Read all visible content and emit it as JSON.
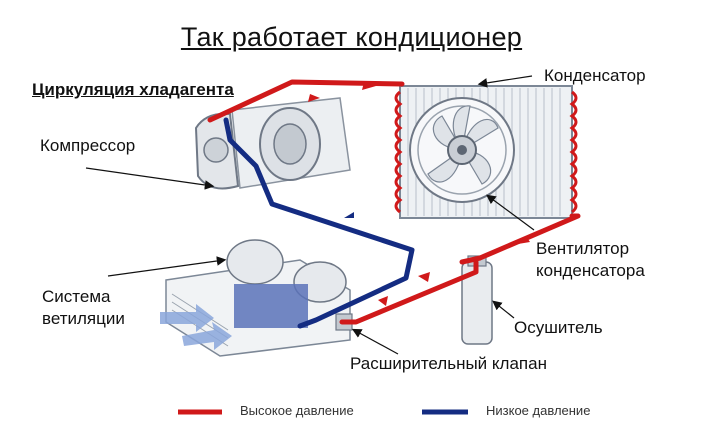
{
  "title": "Так работает кондиционер",
  "subtitle": "Циркуляция хладагента",
  "labels": {
    "compressor": "Компрессор",
    "condenser": "Конденсатор",
    "fan_line1": "Вентилятор",
    "fan_line2": "конденсатора",
    "ventilation_line1": "Система",
    "ventilation_line2": "ветиляции",
    "dryer": "Осушитель",
    "valve": "Расширительный клапан"
  },
  "legend": {
    "high": {
      "label": "Высокое давление",
      "color": "#d0191a"
    },
    "low": {
      "label": "Низкое давление",
      "color": "#142c82"
    }
  }
}
